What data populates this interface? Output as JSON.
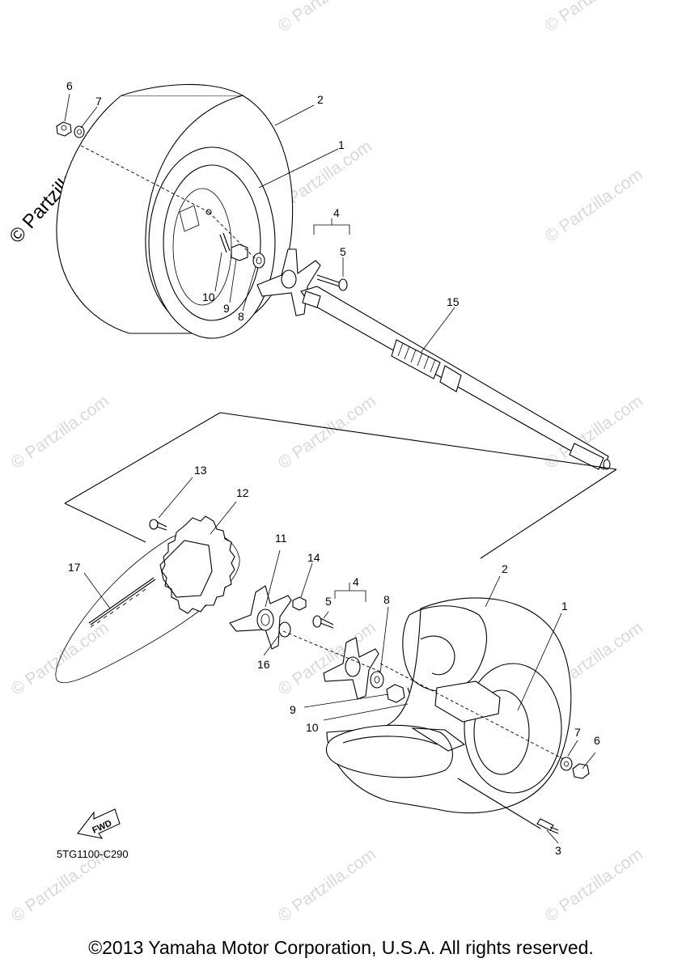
{
  "diagram": {
    "part_code": "5TG1100-C290",
    "fwd_label": "FWD",
    "watermark": "© Partzilla.com",
    "copyright": "©2013 Yamaha Motor Corporation, U.S.A. All rights reserved."
  },
  "callouts": {
    "c1a": "1",
    "c2a": "2",
    "c4a": "4",
    "c5a": "5",
    "c6a": "6",
    "c7a": "7",
    "c8a": "8",
    "c9a": "9",
    "c10a": "10",
    "c15": "15",
    "c13": "13",
    "c12": "12",
    "c17": "17",
    "c11": "11",
    "c14": "14",
    "c4b": "4",
    "c5b": "5",
    "c8b": "8",
    "c16": "16",
    "c2b": "2",
    "c1b": "1",
    "c9b": "9",
    "c10b": "10",
    "c7b": "7",
    "c6b": "6",
    "c3": "3"
  }
}
